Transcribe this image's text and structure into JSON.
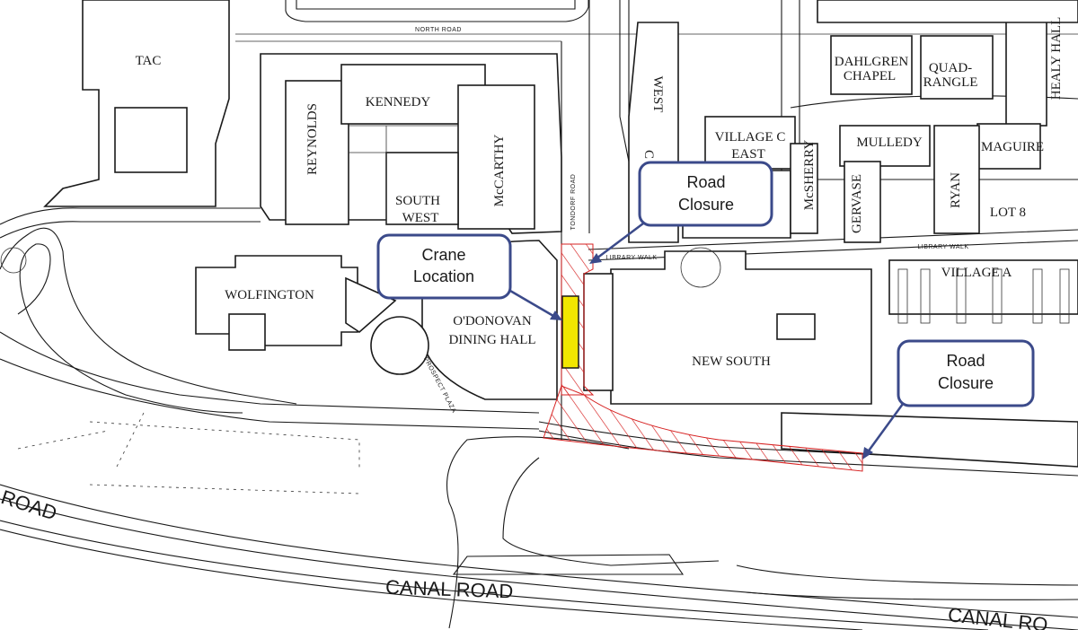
{
  "map": {
    "buildings": {
      "tac": "TAC",
      "kennedy": "KENNEDY",
      "reynolds": "REYNOLDS",
      "mccarthy": "McCARTHY",
      "south_west_1": "SOUTH",
      "south_west_2": "WEST",
      "wolfington": "WOLFINGTON",
      "odonovan_1": "O'DONOVAN",
      "odonovan_2": "DINING HALL",
      "new_south": "NEW SOUTH",
      "village_c_west_1": "WEST",
      "village_c_west_2": "C",
      "village_c_east_1": "VILLAGE C",
      "village_c_east_2": "EAST",
      "mcsherry": "McSHERRY",
      "dahlgren_1": "DAHLGREN",
      "dahlgren_2": "CHAPEL",
      "quadrangle_1": "QUAD-",
      "quadrangle_2": "RANGLE",
      "healy_hall": "HEALY HALL",
      "mulledy": "MULLEDY",
      "maguire": "MAGUIRE",
      "gervase": "GERVASE",
      "ryan": "RYAN",
      "lot8": "LOT 8",
      "village_a": "VILLAGE A"
    },
    "roads": {
      "north_road": "NORTH ROAD",
      "tondorf_road": "TONDORF ROAD",
      "library_walk_1": "LIBRARY WALK",
      "library_walk_2": "LIBRARY WALK",
      "prospect_plaza": "PROSPECT PLAZA",
      "canal_road_left": "ROAD",
      "canal_road_center": "CANAL ROAD",
      "canal_road_right": "CANAL RO"
    },
    "callouts": {
      "crane_1": "Crane",
      "crane_2": "Location",
      "road_closure_top_1": "Road",
      "road_closure_top_2": "Closure",
      "road_closure_right_1": "Road",
      "road_closure_right_2": "Closure"
    },
    "colors": {
      "callout_border": "#3b4a8a",
      "crane_marker": "#f2e600",
      "closure_hatch": "#d62020"
    }
  }
}
